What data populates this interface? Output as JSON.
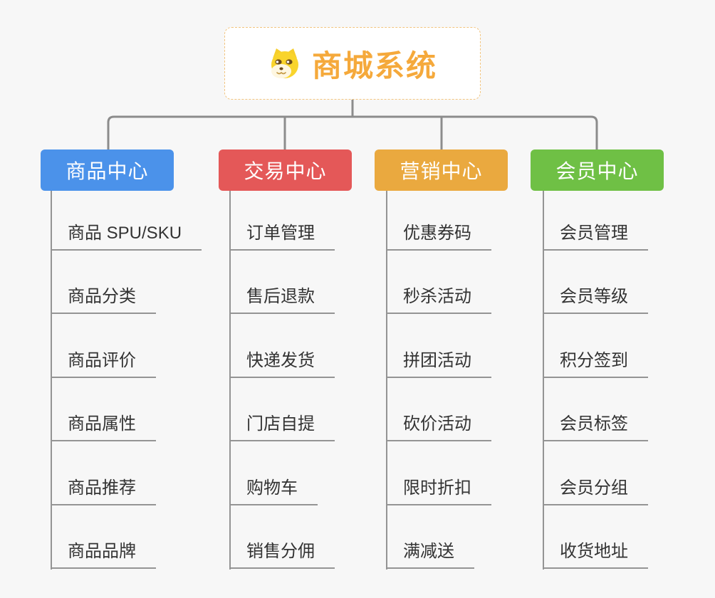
{
  "root": {
    "title": "商城系统",
    "icon": "dog-face-icon",
    "accent_color": "#F5A93B",
    "border_color": "#F2C47E"
  },
  "connector_color": "#8C8C8C",
  "branches": [
    {
      "label": "商品中心",
      "color": "#4B92EA",
      "children": [
        "商品 SPU/SKU",
        "商品分类",
        "商品评价",
        "商品属性",
        "商品推荐",
        "商品品牌"
      ]
    },
    {
      "label": "交易中心",
      "color": "#E45858",
      "children": [
        "订单管理",
        "售后退款",
        "快递发货",
        "门店自提",
        "购物车",
        "销售分佣"
      ]
    },
    {
      "label": "营销中心",
      "color": "#EAA93F",
      "children": [
        "优惠券码",
        "秒杀活动",
        "拼团活动",
        "砍价活动",
        "限时折扣",
        "满减送"
      ]
    },
    {
      "label": "会员中心",
      "color": "#6FC045",
      "children": [
        "会员管理",
        "会员等级",
        "积分签到",
        "会员标签",
        "会员分组",
        "收货地址"
      ]
    }
  ]
}
